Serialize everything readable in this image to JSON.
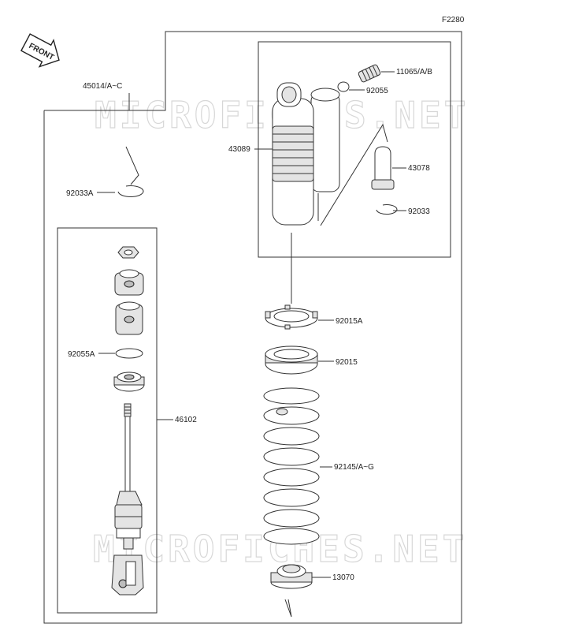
{
  "diagram_code": "F2280",
  "front_label": "FRONT",
  "watermark": "MICROFICHES.NET",
  "parts": {
    "p45014": "45014/A~C",
    "p11065": "11065/A/B",
    "p92055": "92055",
    "p43089": "43089",
    "p43078": "43078",
    "p92033": "92033",
    "p92033A": "92033A",
    "p92015A": "92015A",
    "p92015": "92015",
    "p92055A": "92055A",
    "p46102": "46102",
    "p92145": "92145/A~G",
    "p13070": "13070"
  }
}
